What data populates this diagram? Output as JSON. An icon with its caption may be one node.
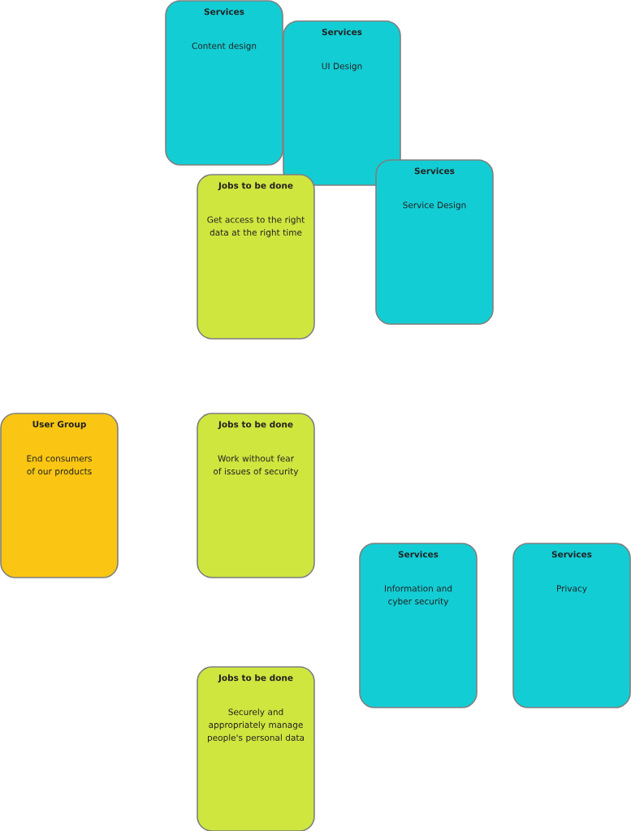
{
  "diagram": {
    "nodes": [
      {
        "text": [
          "Services",
          "Content design"
        ]
      },
      {
        "text": [
          "Services",
          "UI Design"
        ]
      },
      {
        "text": [
          "Jobs to be done",
          "Get access to the right data at the right time"
        ]
      },
      {
        "text": [
          "Services",
          "Service Design"
        ]
      },
      {
        "text": [
          "User Group",
          "End consumers of our products"
        ]
      },
      {
        "text": [
          "Jobs to be done",
          "Work without fear of issues of security"
        ]
      },
      {
        "text": [
          "Services",
          "Information and cyber security"
        ]
      },
      {
        "text": [
          "Services",
          "Privacy"
        ]
      },
      {
        "text": [
          "Jobs to be done",
          "Securely and appropriately manage people's personal data"
        ]
      }
    ]
  }
}
